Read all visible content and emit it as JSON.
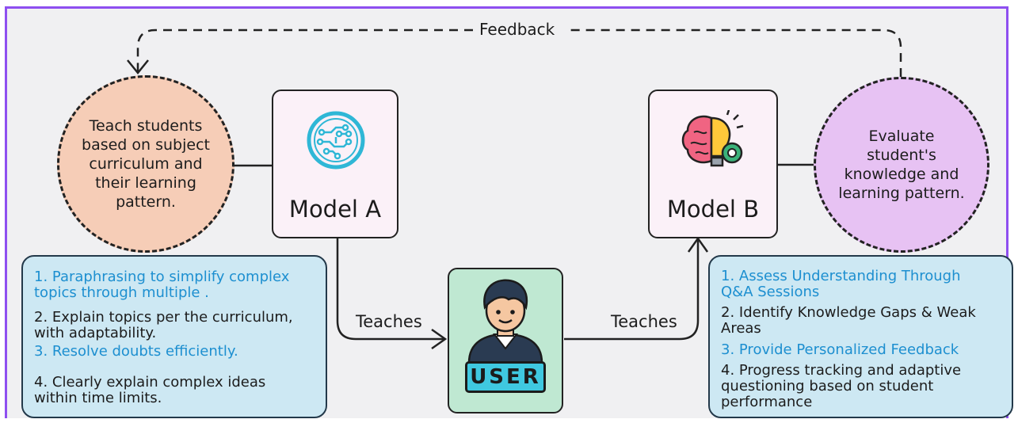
{
  "feedback_label": "Feedback",
  "model_a": {
    "label": "Model A"
  },
  "model_b": {
    "label": "Model B"
  },
  "user": {
    "badge": "USER"
  },
  "teach_circle": {
    "text": "Teach students based on subject curriculum and their learning pattern."
  },
  "evaluate_circle": {
    "text": "Evaluate student's knowledge and learning pattern."
  },
  "left_edge_label": "Teaches",
  "right_edge_label": "Teaches",
  "model_a_list": [
    {
      "text": "1. Paraphrasing to simplify complex topics through multiple .",
      "color": "#1d8fd0"
    },
    {
      "text": "2. Explain topics per the curriculum, with adaptability.",
      "color": "#1c1c1c"
    },
    {
      "text": "3. Resolve doubts efficiently.",
      "color": "#1d8fd0"
    },
    {
      "text": "4. Clearly explain complex ideas within time limits.",
      "color": "#1c1c1c"
    }
  ],
  "model_b_list": [
    {
      "text": "1. Assess Understanding Through Q&A Sessions",
      "color": "#1d8fd0"
    },
    {
      "text": "2. Identify Knowledge Gaps & Weak Areas",
      "color": "#1c1c1c"
    },
    {
      "text": "3. Provide Personalized Feedback",
      "color": "#1d8fd0"
    },
    {
      "text": "4. Progress tracking and adaptive questioning based on student performance",
      "color": "#1c1c1c"
    }
  ],
  "colors": {
    "frame_border": "#8e4ff0",
    "teach_circle_fill": "#f6cdb7",
    "evaluate_circle_fill": "#e7c2f3",
    "model_box_fill": "#fbf1f8",
    "user_box_fill": "#bfe8d2",
    "list_box_fill": "#cde8f3",
    "highlight_text": "#1d8fd0"
  },
  "icons": {
    "model_a": "circuit-brain-icon",
    "model_b": "brain-lightbulb-gear-icon",
    "user": "user-avatar-icon"
  }
}
